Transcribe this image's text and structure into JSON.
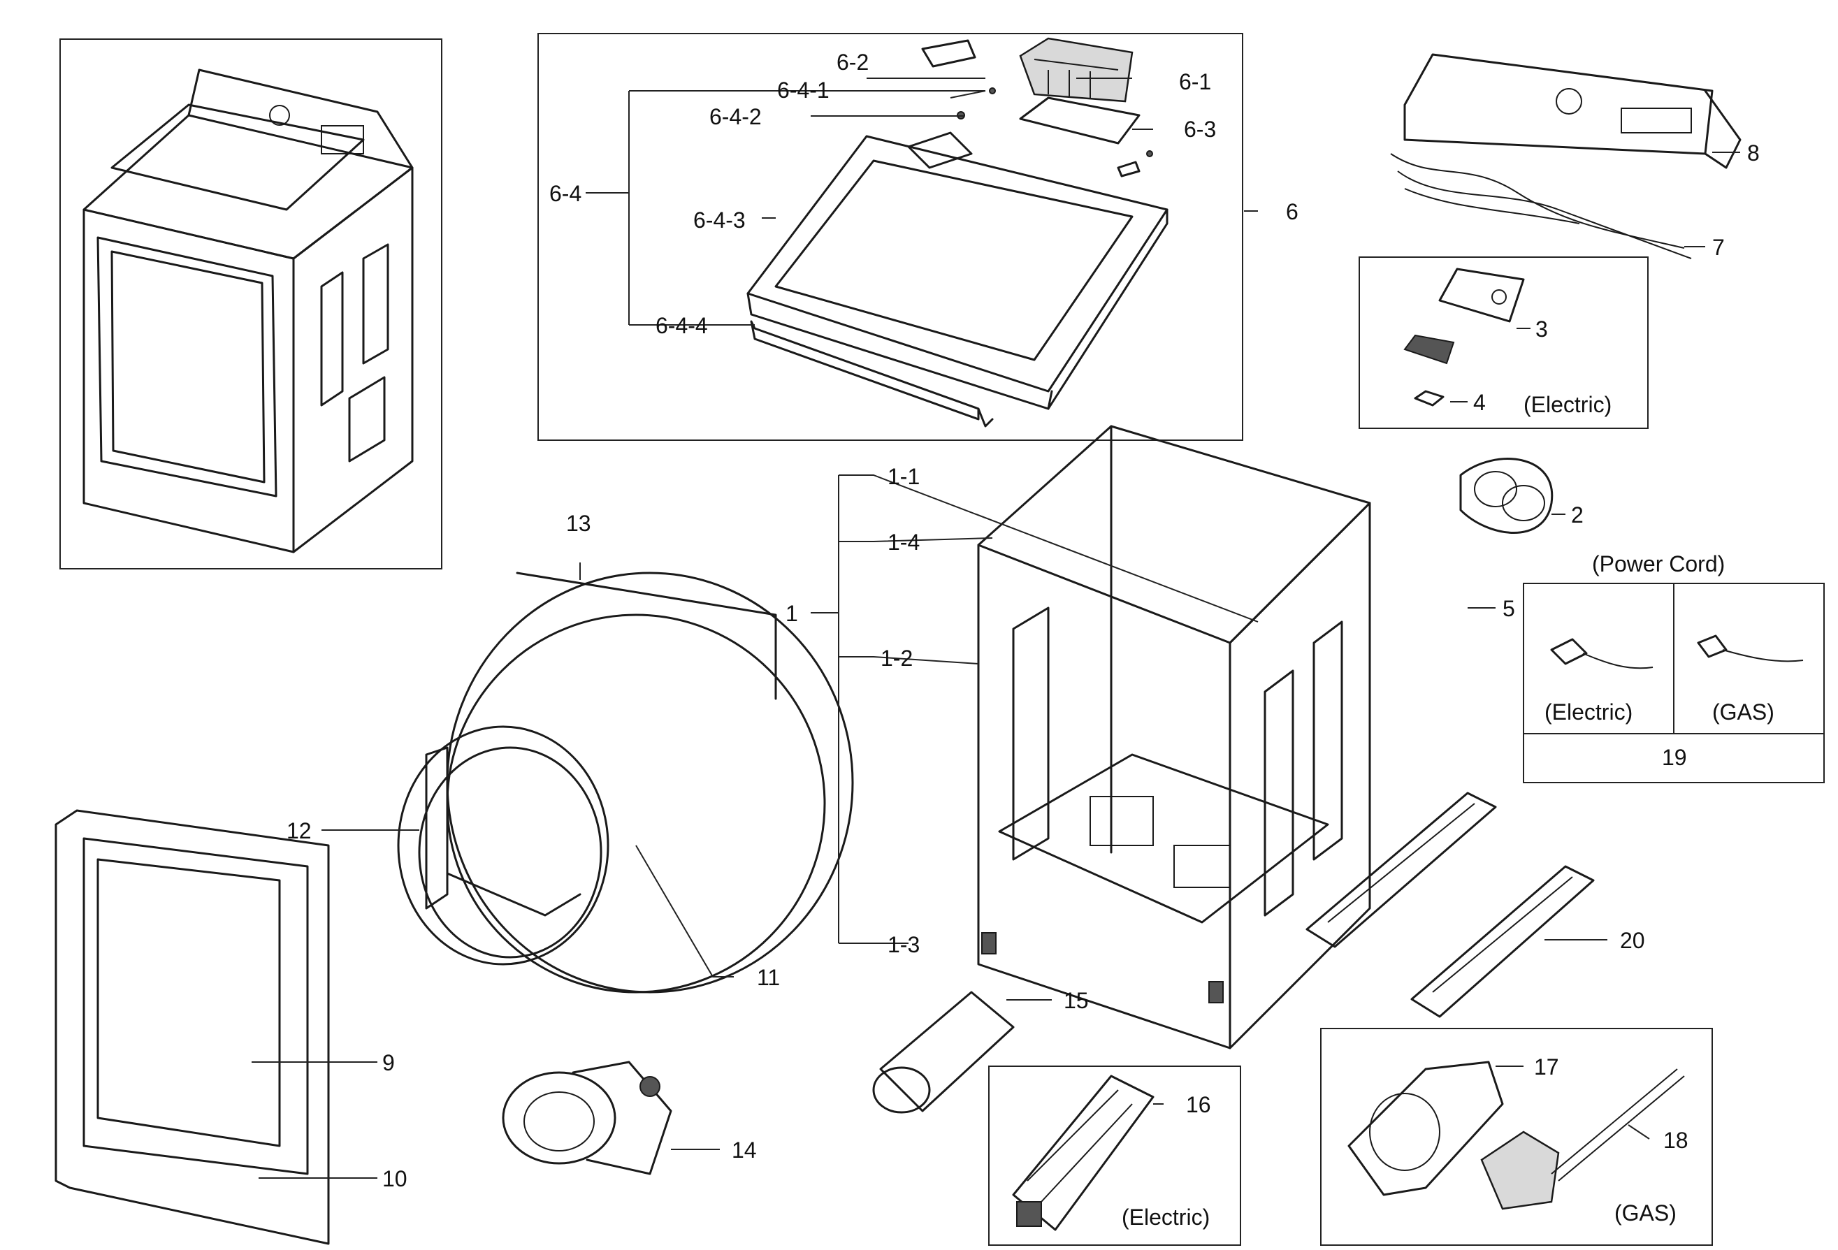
{
  "labels": {
    "p6_2": "6-2",
    "p6_1": "6-1",
    "p6_4_1": "6-4-1",
    "p6_4_2": "6-4-2",
    "p6_3": "6-3",
    "p6_4": "6-4",
    "p6_4_3": "6-4-3",
    "p6": "6",
    "p6_4_4": "6-4-4",
    "p8": "8",
    "p7": "7",
    "p3": "3",
    "p4": "4",
    "p2": "2",
    "p5": "5",
    "p1_1": "1-1",
    "p1_4": "1-4",
    "p1": "1",
    "p1_2": "1-2",
    "p1_3": "1-3",
    "p13": "13",
    "p12": "12",
    "p11": "11",
    "p9": "9",
    "p10": "10",
    "p14": "14",
    "p15": "15",
    "p16": "16",
    "p17": "17",
    "p18": "18",
    "p19": "19",
    "p20": "20"
  },
  "notes": {
    "electric_heater_box": "(Electric)",
    "power_cord_title": "(Power Cord)",
    "power_cord_electric": "(Electric)",
    "power_cord_gas": "(GAS)",
    "heater_16": "(Electric)",
    "gas_17_18": "(GAS)"
  },
  "icons": [
    "dryer-assembled",
    "top-panel",
    "control-panel",
    "wire-harness",
    "filter-housing",
    "duct-cover",
    "cabinet",
    "drum",
    "front-door",
    "blower-housing",
    "exhaust-duct",
    "heater-electric",
    "gas-burner",
    "gas-valve",
    "power-cord-electric",
    "power-cord-gas",
    "base-rail",
    "leveling-foot"
  ]
}
